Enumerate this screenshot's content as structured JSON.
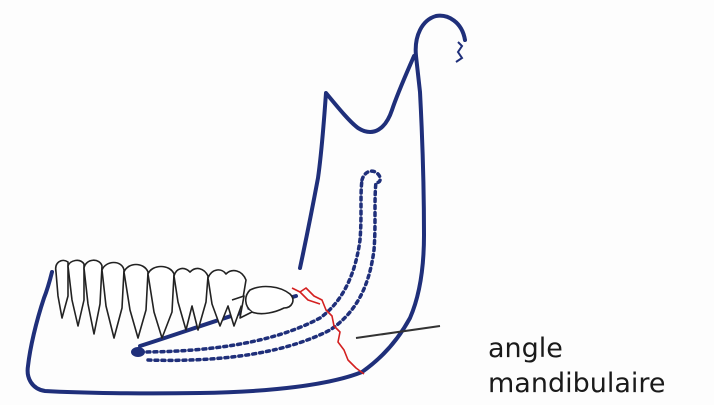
{
  "diagram": {
    "subject_icon": "mandible-drawing",
    "colors": {
      "bone_outline": "#1f2f7a",
      "fracture_line": "#d42020",
      "pointer_line": "#333333",
      "teeth_outline": "#222222"
    },
    "label": {
      "line1": "angle",
      "line2": "mandibulaire"
    }
  }
}
